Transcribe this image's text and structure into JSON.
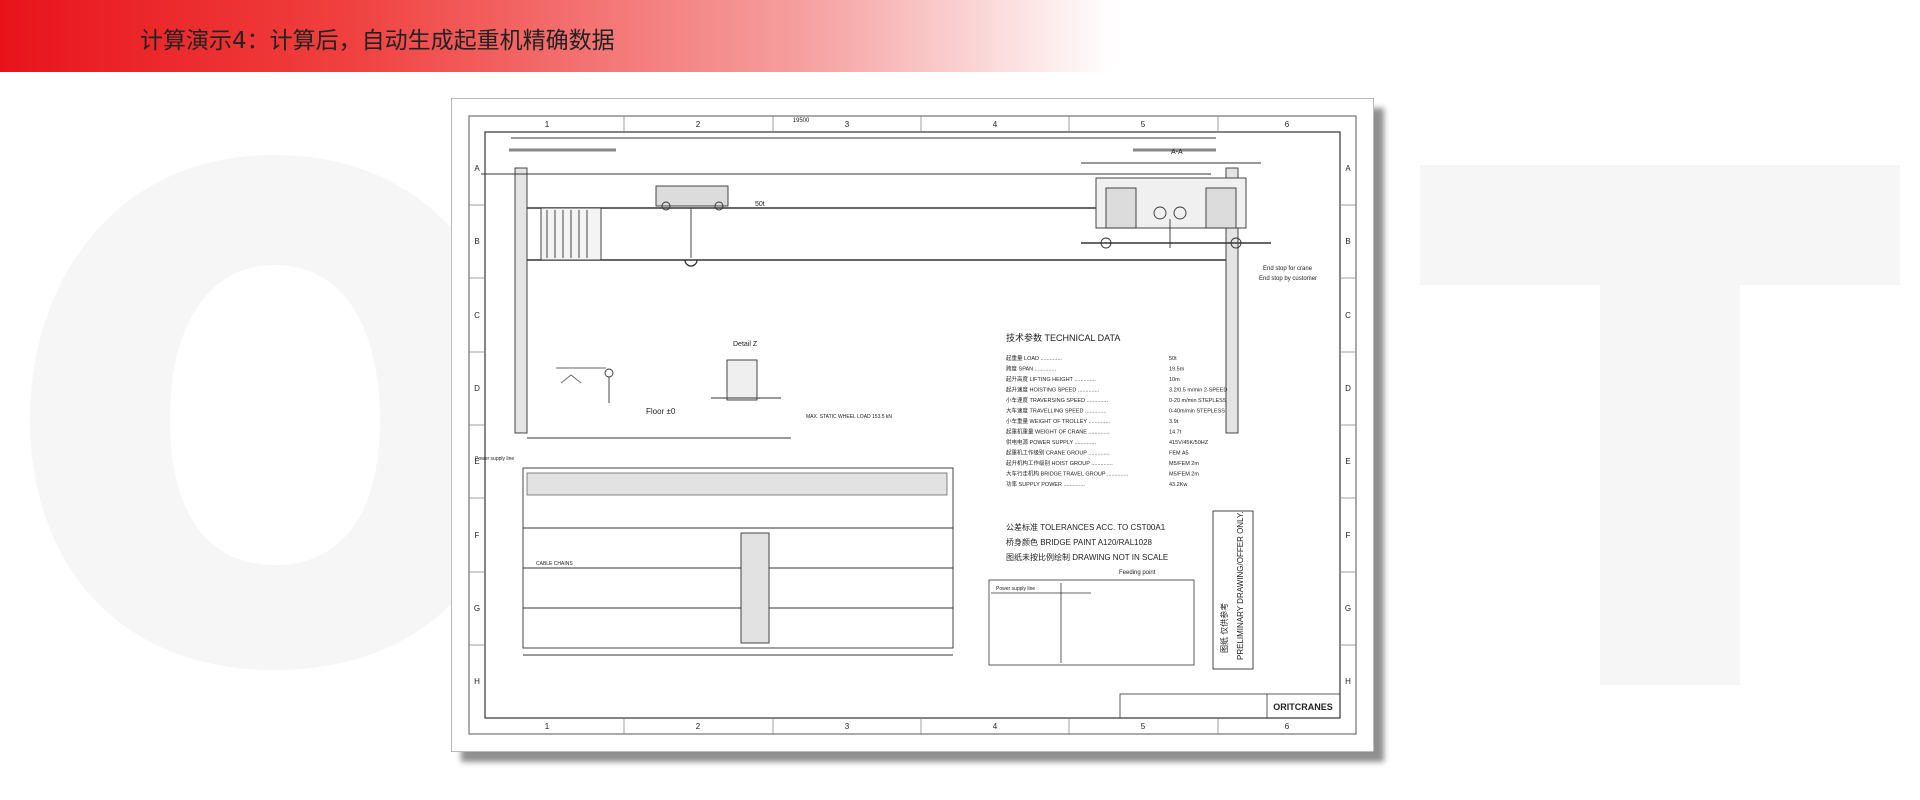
{
  "header": {
    "title": "计算演示4：计算后，自动生成起重机精确数据"
  },
  "drawing": {
    "grid_cols": [
      "1",
      "2",
      "3",
      "4",
      "5",
      "6"
    ],
    "grid_rows": [
      "A",
      "B",
      "C",
      "D",
      "E",
      "F",
      "G",
      "H"
    ],
    "section_label": "A-A",
    "rated_load_mark": "50t",
    "floor_label": "Floor ±0",
    "detail_label": "Detail Z",
    "end_stop_crane": "End stop for crane",
    "end_stop_customer": "End stop by customer",
    "power_supply_label": "Power supply line",
    "cable_chain_label": "CABLE CHAINS",
    "max_wheel_load": "MAX. STATIC WHEEL LOAD 153.5 kN",
    "feeding_point": "Feeding point",
    "power_supply_line2": "Power supply line",
    "span_dim": "19500",
    "tech_title": "技术参数 TECHNICAL DATA",
    "tech_rows": [
      {
        "label": "起重量 LOAD",
        "value": "50t"
      },
      {
        "label": "跨度 SPAN",
        "value": "19.5m"
      },
      {
        "label": "起升高度 LIFTING HEIGHT",
        "value": "10m"
      },
      {
        "label": "起升速度 HOISTING SPEED",
        "value": "3.2/0.5 m/min  2-SPEED"
      },
      {
        "label": "小车速度 TRAVERSING SPEED",
        "value": "0-20 m/min STEPLESS"
      },
      {
        "label": "大车速度 TRAVELLING SPEED",
        "value": "0-40m/min STEPLESS"
      },
      {
        "label": "小车重量 WEIGHT OF TROLLEY",
        "value": "3.9t"
      },
      {
        "label": "起重机重量 WEIGHT OF CRANE",
        "value": "14.7t"
      },
      {
        "label": "供电电源 POWER SUPPLY",
        "value": "415V/45K/50HZ"
      },
      {
        "label": "起重机工作级别 CRANE GROUP",
        "value": "FEM A5"
      },
      {
        "label": "起升机构工作级别 HOIST GROUP",
        "value": "M5/FEM 2m"
      },
      {
        "label": "大车行走机构 BRIDGE TRAVEL GROUP",
        "value": "M5/FEM 2m"
      },
      {
        "label": "功率 SUPPLY POWER",
        "value": "43.2Kw"
      }
    ],
    "tolerances": "公差标准 TOLERANCES ACC. TO CST00A1",
    "bridge_paint": "桥身颜色 BRIDGE PAINT   A120/RAL1028",
    "not_in_scale": "图纸未按比例绘制 DRAWING NOT IN SCALE",
    "preliminary_cn": "图纸 仅供参考",
    "preliminary_en": "PRELIMINARY DRAWING/OFFER ONLY.",
    "company": "ORITCRANES"
  }
}
